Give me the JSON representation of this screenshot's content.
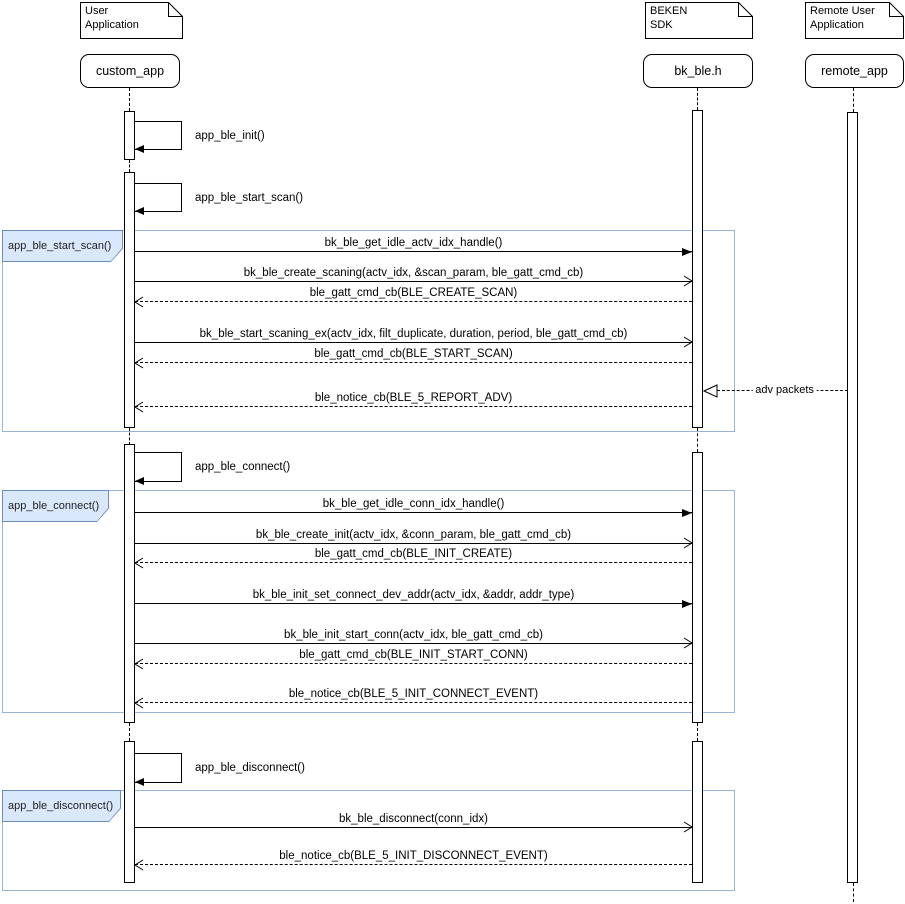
{
  "colors": {
    "line": "#000000",
    "frame_border": "#9ab4d6",
    "frame_tab_border": "#6c8ebf",
    "frame_tab_fill": "#dae8fc"
  },
  "notes": [
    {
      "line1": "User",
      "line2": "Application"
    },
    {
      "line1": "BEKEN",
      "line2": "SDK"
    },
    {
      "line1": "Remote User",
      "line2": "Application"
    }
  ],
  "participants": [
    {
      "label": "custom_app"
    },
    {
      "label": "bk_ble.h"
    },
    {
      "label": "remote_app"
    }
  ],
  "frames": [
    {
      "label": "app_ble_start_scan()"
    },
    {
      "label": "app_ble_connect()"
    },
    {
      "label": "app_ble_disconnect()"
    }
  ],
  "self_calls": [
    {
      "label": "app_ble_init()"
    },
    {
      "label": "app_ble_start_scan()"
    },
    {
      "label": "app_ble_connect()"
    },
    {
      "label": "app_ble_disconnect()"
    }
  ],
  "messages": [
    {
      "label": "bk_ble_get_idle_actv_idx_handle()"
    },
    {
      "label": "bk_ble_create_scaning(actv_idx, &scan_param, ble_gatt_cmd_cb)"
    },
    {
      "label": "ble_gatt_cmd_cb(BLE_CREATE_SCAN)"
    },
    {
      "label": "bk_ble_start_scaning_ex(actv_idx, filt_duplicate, duration, period, ble_gatt_cmd_cb)"
    },
    {
      "label": "ble_gatt_cmd_cb(BLE_START_SCAN)"
    },
    {
      "label": "adv packets"
    },
    {
      "label": "ble_notice_cb(BLE_5_REPORT_ADV)"
    },
    {
      "label": "bk_ble_get_idle_conn_idx_handle()"
    },
    {
      "label": "bk_ble_create_init(actv_idx, &conn_param, ble_gatt_cmd_cb)"
    },
    {
      "label": "ble_gatt_cmd_cb(BLE_INIT_CREATE)"
    },
    {
      "label": "bk_ble_init_set_connect_dev_addr(actv_idx, &addr, addr_type)"
    },
    {
      "label": "bk_ble_init_start_conn(actv_idx, ble_gatt_cmd_cb)"
    },
    {
      "label": "ble_gatt_cmd_cb(BLE_INIT_START_CONN)"
    },
    {
      "label": "ble_notice_cb(BLE_5_INIT_CONNECT_EVENT)"
    },
    {
      "label": "bk_ble_disconnect(conn_idx)"
    },
    {
      "label": "ble_notice_cb(BLE_5_INIT_DISCONNECT_EVENT)"
    }
  ]
}
